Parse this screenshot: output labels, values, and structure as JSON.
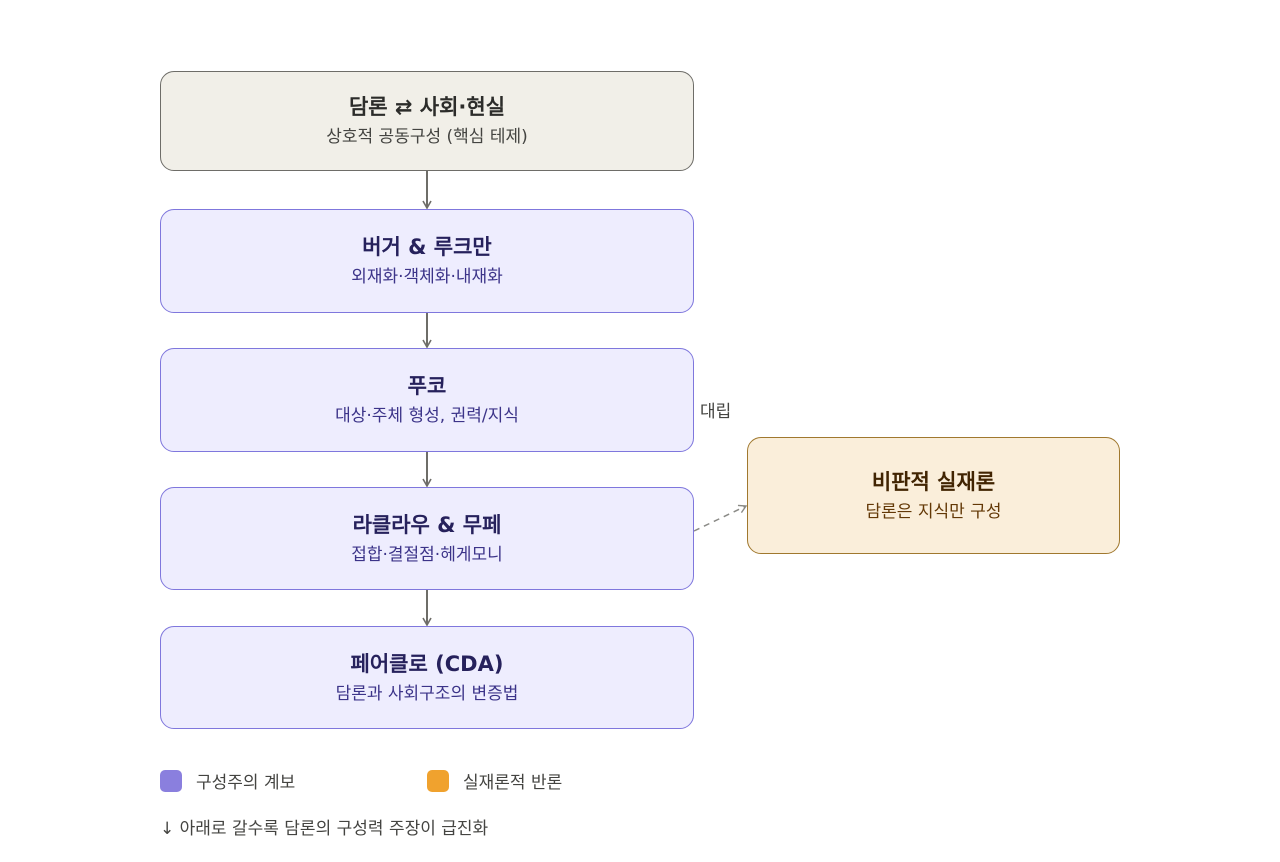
{
  "nodes": {
    "core": {
      "title": "담론 ⇄ 사회·현실",
      "subtitle": "상호적 공동구성 (핵심 테제)"
    },
    "berger": {
      "title": "버거 & 루크만",
      "subtitle": "외재화·객체화·내재화"
    },
    "foucault": {
      "title": "푸코",
      "subtitle": "대상·주체 형성, 권력/지식"
    },
    "laclau": {
      "title": "라클라우 & 무페",
      "subtitle": "접합·결절점·헤게모니"
    },
    "fairclough": {
      "title": "페어클로 (CDA)",
      "subtitle": "담론과 사회구조의 변증법"
    },
    "realism": {
      "title": "비판적 실재론",
      "subtitle": "담론은 지식만 구성"
    }
  },
  "edge_label": "대립",
  "legend": [
    {
      "label": "구성주의 계보",
      "color": "#8a7fde"
    },
    {
      "label": "실재론적 반론",
      "color": "#f0a22e"
    }
  ],
  "note": "↓ 아래로 갈수록 담론의 구성력 주장이 급진화",
  "colors": {
    "core_fill": "#f1efe8",
    "constructivist_fill": "#eeedfe",
    "realist_fill": "#faeeda",
    "arrow": "#6e6d68"
  }
}
